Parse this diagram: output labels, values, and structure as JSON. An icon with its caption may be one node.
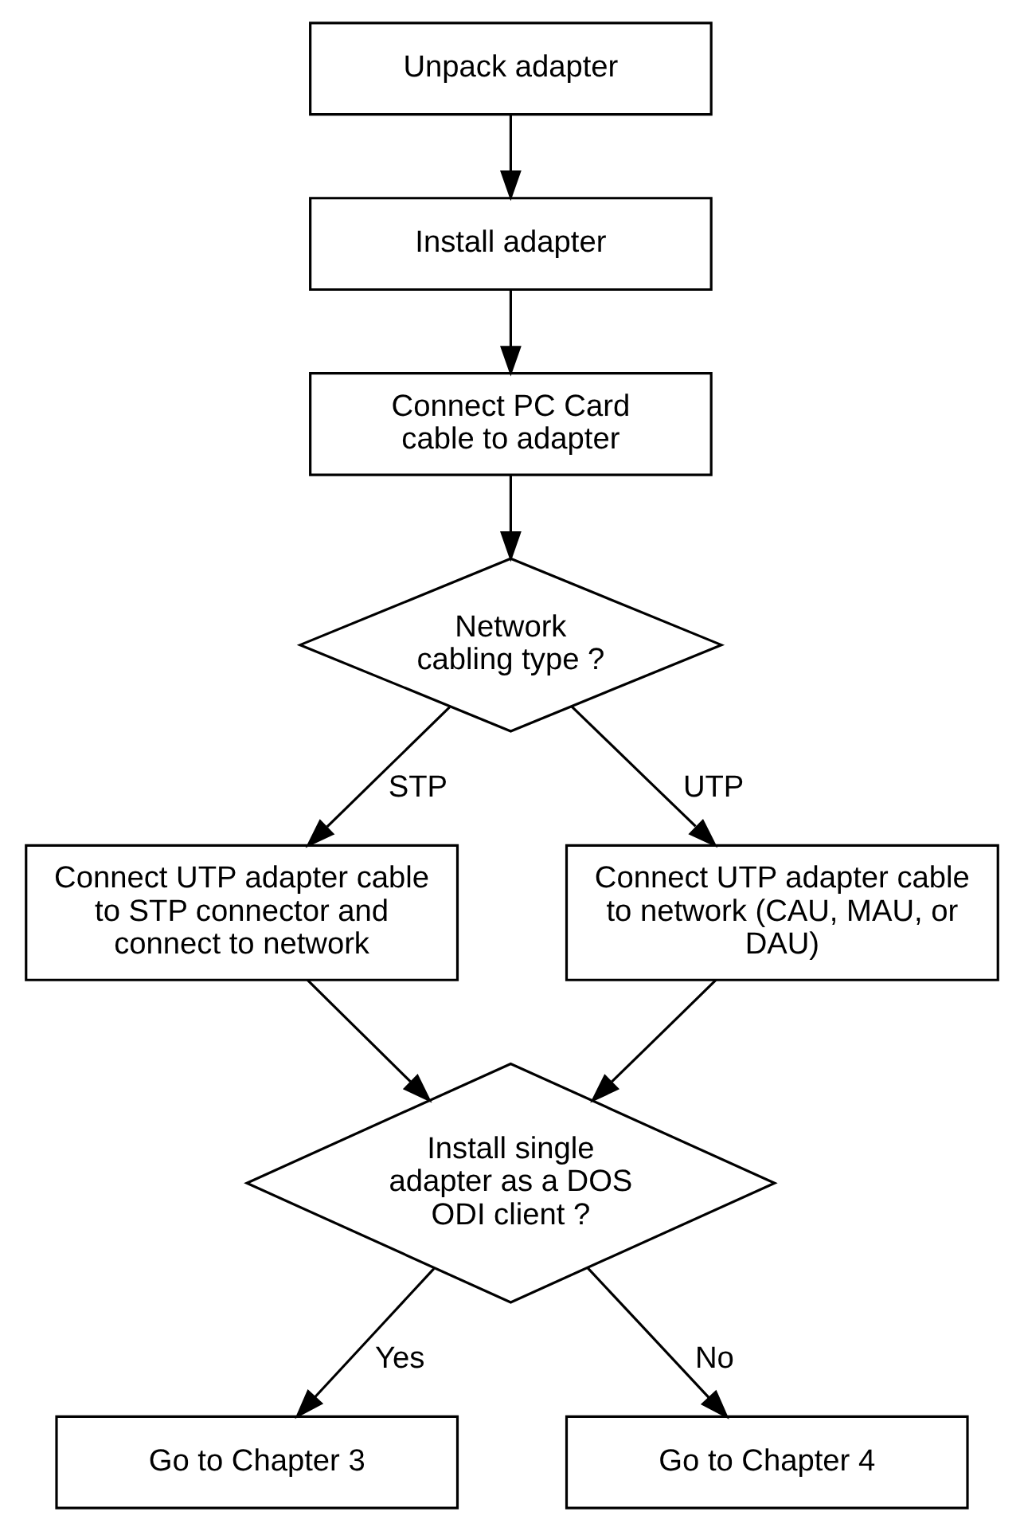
{
  "diagram": {
    "nodes": [
      {
        "text": [
          "Unpack adapter"
        ]
      },
      {
        "text": [
          "Install adapter"
        ]
      },
      {
        "text": [
          "Connect PC Card cable to adapter"
        ]
      },
      {
        "text": [
          "Network cabling type ?"
        ]
      },
      {
        "text": [
          "Connect UTP adapter cable to STP connector and connect to network"
        ]
      },
      {
        "text": [
          "Connect UTP adapter cable to network (CAU, MAU, or DAU)"
        ]
      },
      {
        "text": [
          "Install single adapter as a DOS ODI client ?"
        ]
      },
      {
        "text": [
          "Go to Chapter 4"
        ]
      },
      {
        "text": [
          "Go to Chapter 3"
        ]
      }
    ],
    "edges": [
      {
        "from": 0,
        "to": 1,
        "arrow": "to"
      },
      {
        "from": 1,
        "to": 2,
        "arrow": "to"
      },
      {
        "from": 2,
        "to": 3,
        "arrow": "to"
      },
      {
        "from": 3,
        "to": 4,
        "arrow": "to",
        "label": "STP"
      },
      {
        "from": 3,
        "to": 5,
        "arrow": "to",
        "label": "UTP"
      },
      {
        "from": 4,
        "to": 6,
        "arrow": "to"
      },
      {
        "from": 5,
        "to": 6,
        "arrow": "to"
      },
      {
        "from": 6,
        "to": 7,
        "arrow": "to",
        "label": "No"
      },
      {
        "from": 6,
        "to": 8,
        "arrow": "to",
        "label": "Yes"
      }
    ]
  }
}
